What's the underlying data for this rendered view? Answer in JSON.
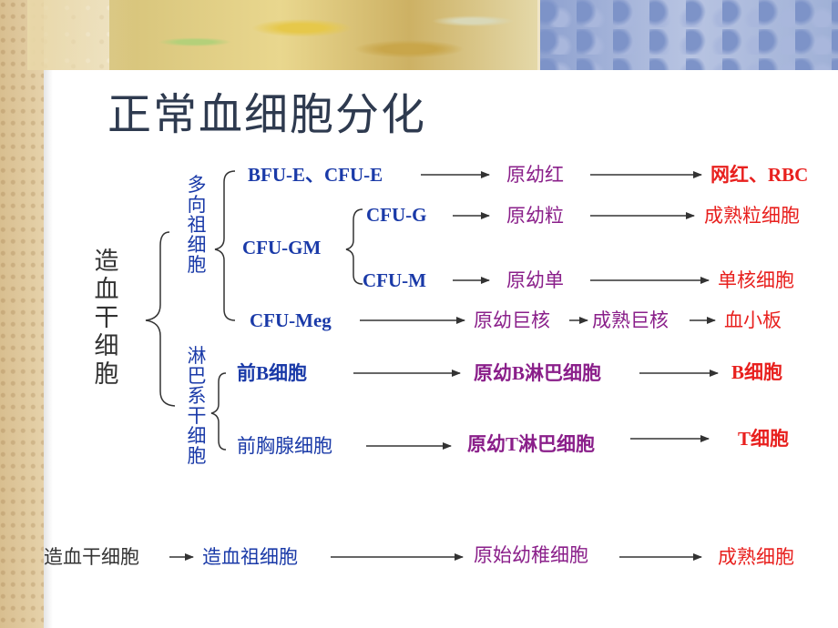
{
  "slide": {
    "title": "正常血细胞分化"
  },
  "diagram": {
    "root": "造血干细胞",
    "branches": {
      "multipotent": "多向祖细胞",
      "lymphoid": "淋巴系干细胞"
    },
    "rows": {
      "bfu": {
        "source": "BFU-E、CFU-E",
        "mid": "原幼红",
        "end": "网红、RBC"
      },
      "cfugm": {
        "source": "CFU-GM"
      },
      "cfug": {
        "source": "CFU-G",
        "mid": "原幼粒",
        "end": "成熟粒细胞"
      },
      "cfum": {
        "source": "CFU-M",
        "mid": "原幼单",
        "end": "单核细胞"
      },
      "meg": {
        "source": "CFU-Meg",
        "mid": "原幼巨核",
        "mid2": "成熟巨核",
        "end": "血小板"
      },
      "b": {
        "source": "前B细胞",
        "mid": "原幼B淋巴细胞",
        "end": "B细胞"
      },
      "t": {
        "source": "前胸腺细胞",
        "mid": "原幼T淋巴细胞",
        "end": "T细胞"
      }
    },
    "summary": {
      "step1": "造血干细胞",
      "step2": "造血祖细胞",
      "step3": "原始幼稚细胞",
      "step4": "成熟细胞"
    }
  },
  "colors": {
    "source_blue": "#1a3aa8",
    "mid_purple": "#8a1f8a",
    "end_red": "#e8201e",
    "title": "#2e3a4f"
  }
}
